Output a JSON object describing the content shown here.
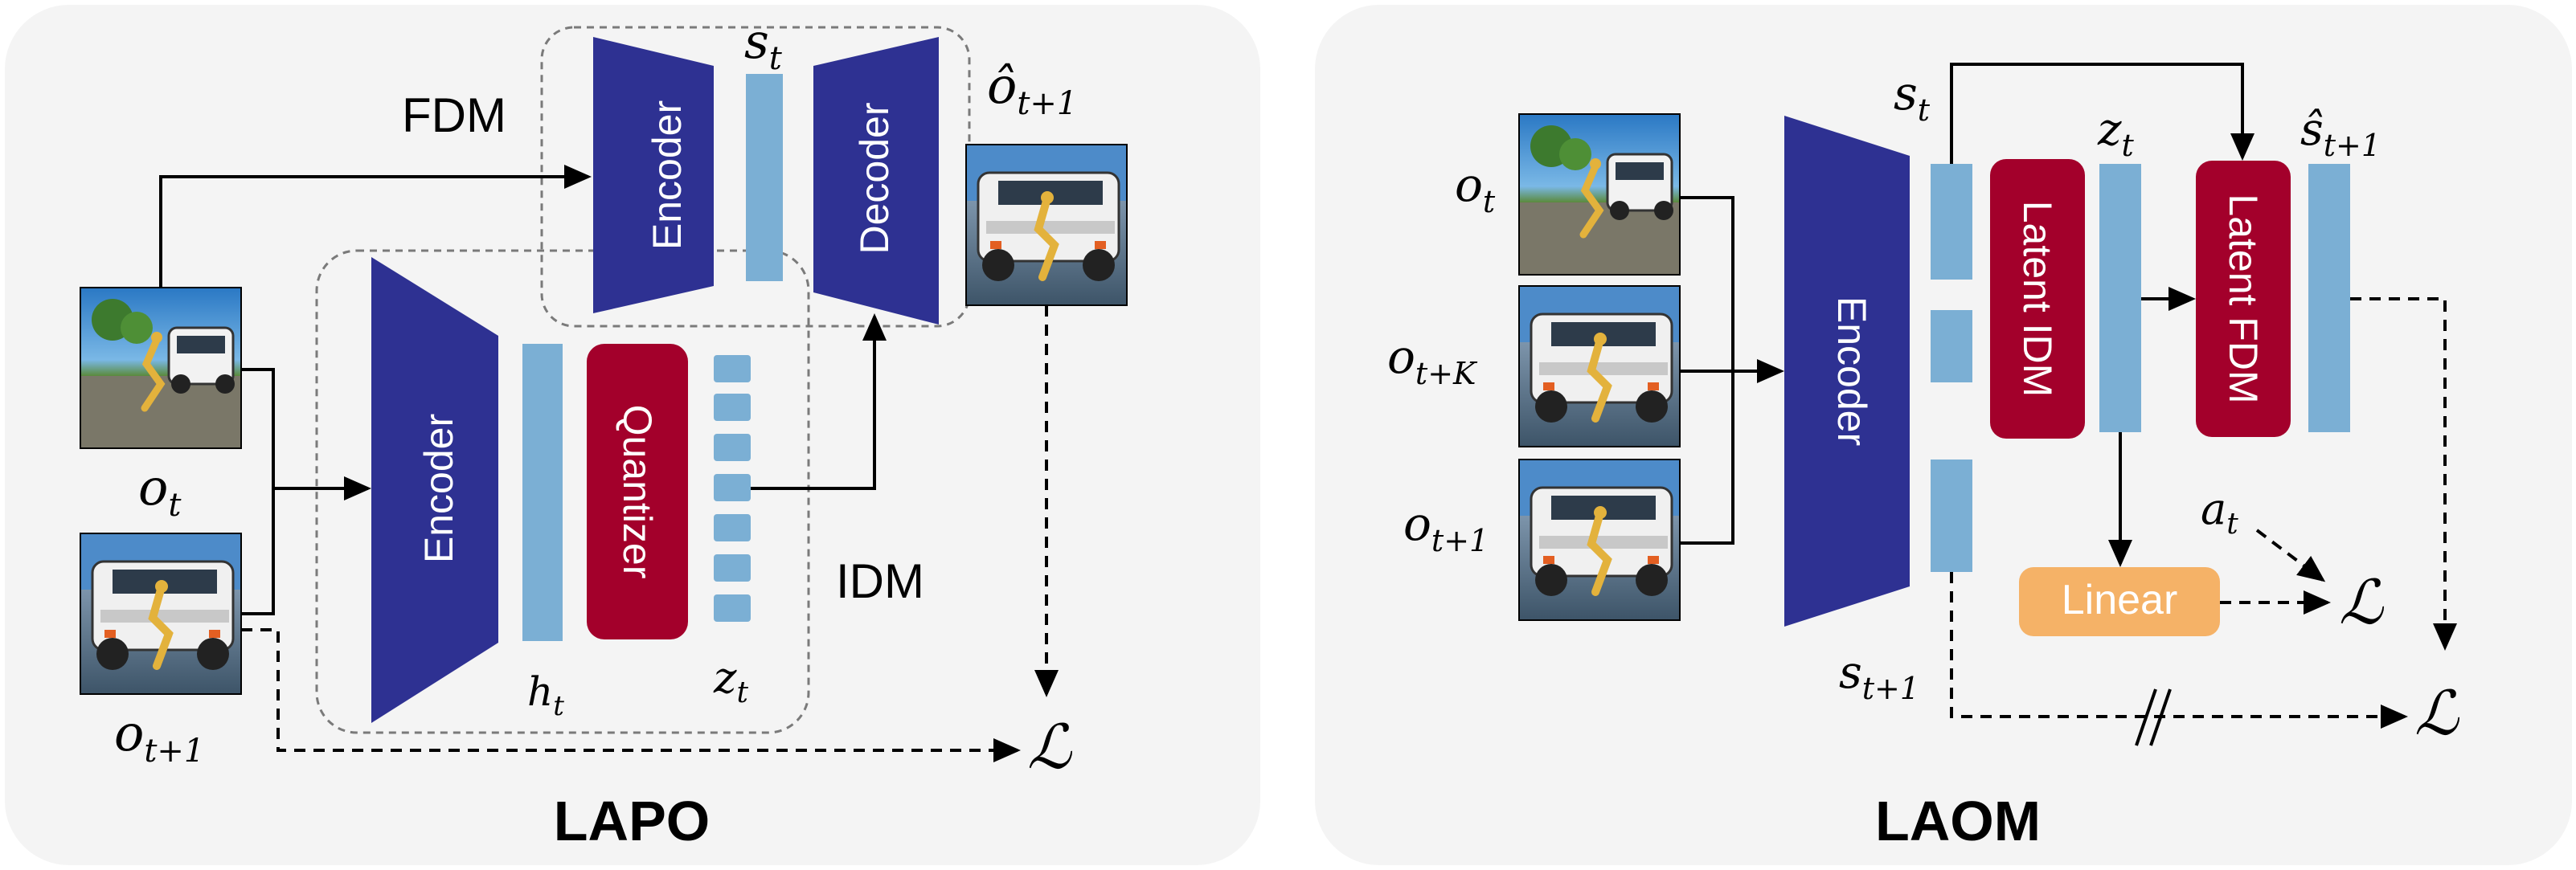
{
  "lapo": {
    "title": "LAPO",
    "fdm_label": "FDM",
    "idm_label": "IDM",
    "fdm_encoder": "Encoder",
    "fdm_decoder": "Decoder",
    "idm_encoder": "Encoder",
    "quantizer": "Quantizer",
    "s_t": "s",
    "s_t_sub": "t",
    "o_hat_next": "ô",
    "o_hat_next_sub": "t+1",
    "o_t": "o",
    "o_t_sub": "t",
    "o_next": "o",
    "o_next_sub": "t+1",
    "h_t": "h",
    "h_t_sub": "t",
    "z_t": "z",
    "z_t_sub": "t",
    "loss": "ℒ"
  },
  "laom": {
    "title": "LAOM",
    "encoder": "Encoder",
    "latent_idm": "Latent IDM",
    "latent_fdm": "Latent FDM",
    "linear": "Linear",
    "s_t": "s",
    "s_t_sub": "t",
    "z_t": "z",
    "z_t_sub": "t",
    "s_hat_next": "ŝ",
    "s_hat_next_sub": "t+1",
    "o_t": "o",
    "o_t_sub": "t",
    "o_tk": "o",
    "o_tk_sub": "t+K",
    "o_next": "o",
    "o_next_sub": "t+1",
    "s_next": "s",
    "s_next_sub": "t+1",
    "a_t": "a",
    "a_t_sub": "t",
    "loss_1": "ℒ",
    "loss_2": "ℒ"
  },
  "colors": {
    "panel_bg": "#f4f4f4",
    "encoder_blue": "#2e3192",
    "latent_lightblue": "#7bafd4",
    "red_module": "#a3002b",
    "linear_orange": "#f5b267",
    "arrow": "#000000",
    "dashed_group": "#7a7a7a"
  }
}
